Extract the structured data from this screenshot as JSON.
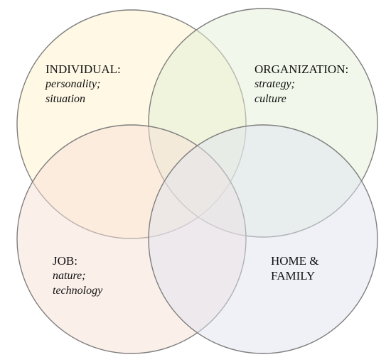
{
  "sets": [
    {
      "key": "individual",
      "title": "INDIVIDUAL:",
      "details": [
        "personality;",
        "situation"
      ],
      "color": "#fdf1cc"
    },
    {
      "key": "organization",
      "title": "ORGANIZATION:",
      "details": [
        "strategy;",
        "culture"
      ],
      "color": "#e3efd6"
    },
    {
      "key": "job",
      "title": "JOB:",
      "details": [
        "nature;",
        "technology"
      ],
      "color": "#f7e0d6"
    },
    {
      "key": "home",
      "title": "HOME &",
      "details": [
        "FAMILY"
      ],
      "color": "#dfe3ef"
    }
  ],
  "outline_color": "#7f7f7f"
}
